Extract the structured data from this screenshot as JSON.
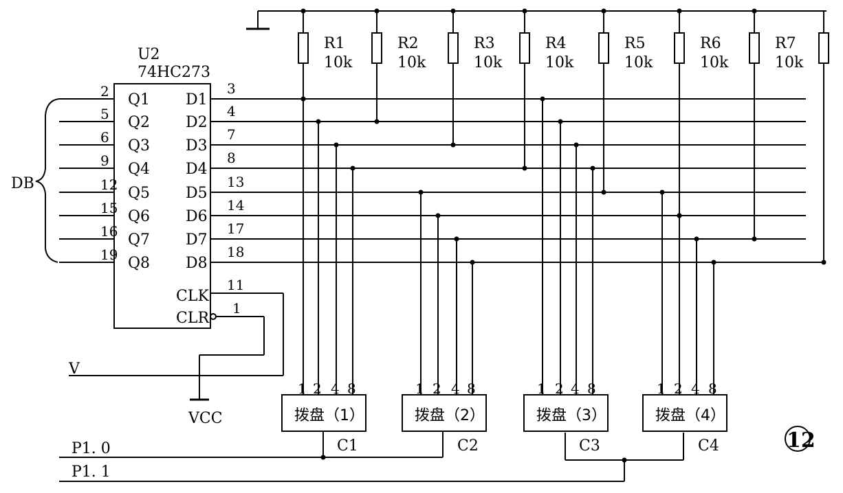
{
  "chip": {
    "ref": "U2",
    "part": "74HC273",
    "bus_label": "DB",
    "left_pins": [
      {
        "name": "Q1",
        "num": "2"
      },
      {
        "name": "Q2",
        "num": "5"
      },
      {
        "name": "Q3",
        "num": "6"
      },
      {
        "name": "Q4",
        "num": "9"
      },
      {
        "name": "Q5",
        "num": "12"
      },
      {
        "name": "Q6",
        "num": "15"
      },
      {
        "name": "Q7",
        "num": "16"
      },
      {
        "name": "Q8",
        "num": "19"
      }
    ],
    "right_pins": [
      {
        "name": "D1",
        "num": "3"
      },
      {
        "name": "D2",
        "num": "4"
      },
      {
        "name": "D3",
        "num": "7"
      },
      {
        "name": "D4",
        "num": "8"
      },
      {
        "name": "D5",
        "num": "13"
      },
      {
        "name": "D6",
        "num": "14"
      },
      {
        "name": "D7",
        "num": "17"
      },
      {
        "name": "D8",
        "num": "18"
      }
    ],
    "clk": {
      "name": "CLK",
      "num": "11"
    },
    "clr": {
      "name": "CLR",
      "num": "1"
    }
  },
  "resistors": [
    {
      "ref": "R1",
      "value": "10k"
    },
    {
      "ref": "R2",
      "value": "10k"
    },
    {
      "ref": "R3",
      "value": "10k"
    },
    {
      "ref": "R4",
      "value": "10k"
    },
    {
      "ref": "R5",
      "value": "10k"
    },
    {
      "ref": "R6",
      "value": "10k"
    },
    {
      "ref": "R7",
      "value": "10k"
    }
  ],
  "switches": [
    {
      "label": "拨盘（1）",
      "ref": "C1",
      "pins": [
        "1",
        "2",
        "4",
        "8"
      ]
    },
    {
      "label": "拨盘（2）",
      "ref": "C2",
      "pins": [
        "1",
        "2",
        "4",
        "8"
      ]
    },
    {
      "label": "拨盘（3）",
      "ref": "C3",
      "pins": [
        "1",
        "2",
        "4",
        "8"
      ]
    },
    {
      "label": "拨盘（4）",
      "ref": "C4",
      "pins": [
        "1",
        "2",
        "4",
        "8"
      ]
    }
  ],
  "signals": {
    "v": "V",
    "vcc": "VCC",
    "p10": "P1. 0",
    "p11": "P1. 1"
  },
  "figure_number": "12"
}
